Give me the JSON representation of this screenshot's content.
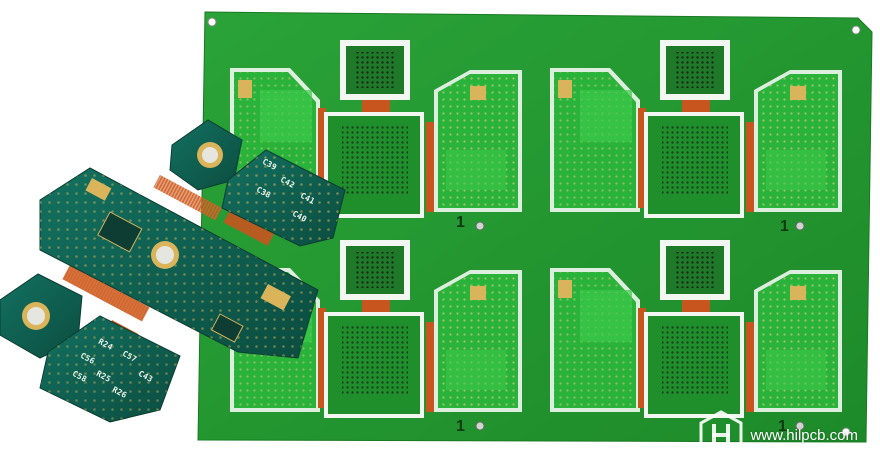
{
  "panel_markers": [
    "1",
    "1",
    "1",
    "1"
  ],
  "silkscreen_labels": [
    "C39",
    "C42",
    "C41",
    "C40",
    "C38",
    "R24",
    "C57",
    "C56",
    "R25",
    "C43",
    "C58",
    "R26"
  ],
  "watermark": {
    "text": "www.hilpcb.com",
    "logo": "hilpcb-hexagon-logo"
  },
  "colors": {
    "solder_mask": "#1f8f2b",
    "solder_mask_light": "#2ab33a",
    "flex_polyimide": "#c8551e",
    "copper_pad": "#d9b45a",
    "dark_board": "#0f5a4a"
  }
}
